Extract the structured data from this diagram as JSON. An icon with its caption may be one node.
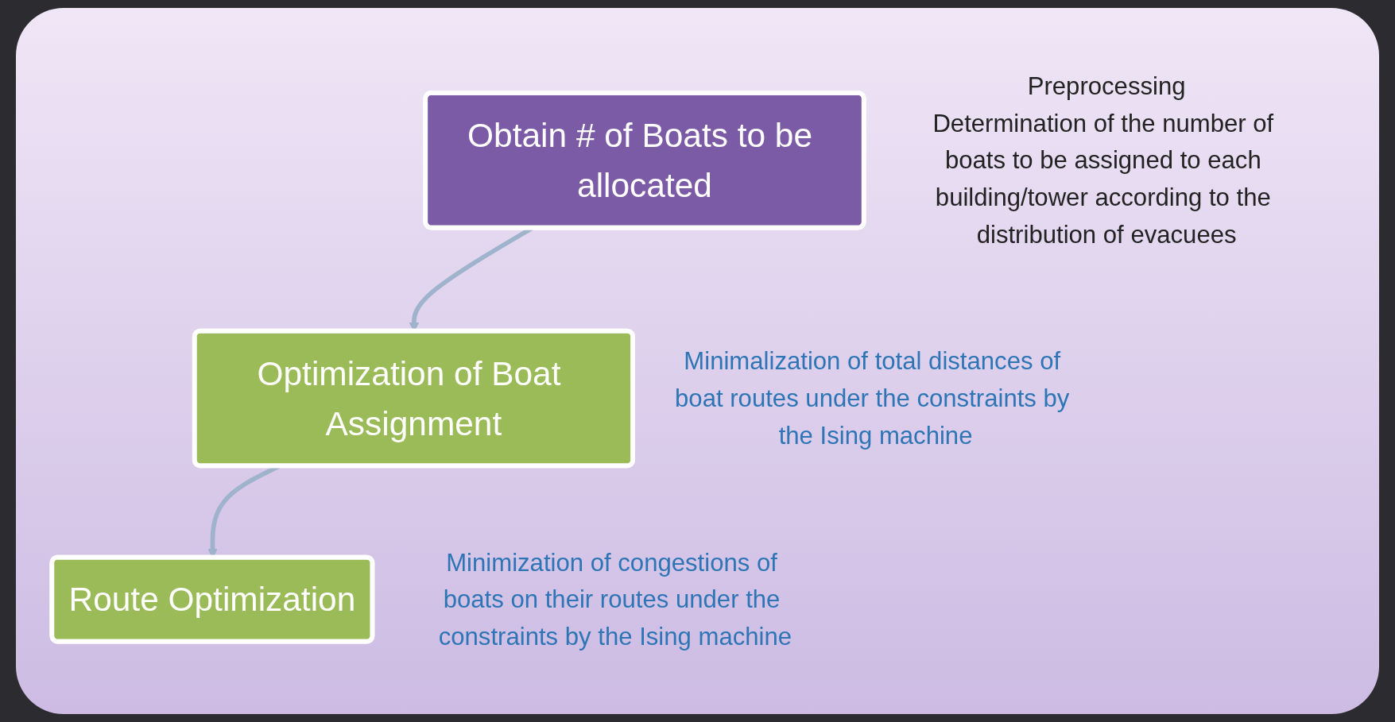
{
  "diagram": {
    "nodes": [
      {
        "text": [
          "Obtain # of Boats to be allocated"
        ],
        "beside": [
          "Preprocessing",
          "Determination of the number of boats to be assigned to each building/tower according to the distribution of evacuees"
        ]
      },
      {
        "text": [
          "Optimization of Boat Assignment"
        ],
        "beside": [
          "Minimalization of total distances of boat routes under the constraints by the Ising machine"
        ]
      },
      {
        "text": [
          "Route Optimization"
        ],
        "beside": [
          "Minimization of congestions of boats on their routes under the constraints by the Ising machine"
        ]
      }
    ],
    "edges": [
      {
        "from": 0,
        "to": 1,
        "arrow": "to"
      },
      {
        "from": 1,
        "to": 2,
        "arrow": "to"
      }
    ]
  }
}
